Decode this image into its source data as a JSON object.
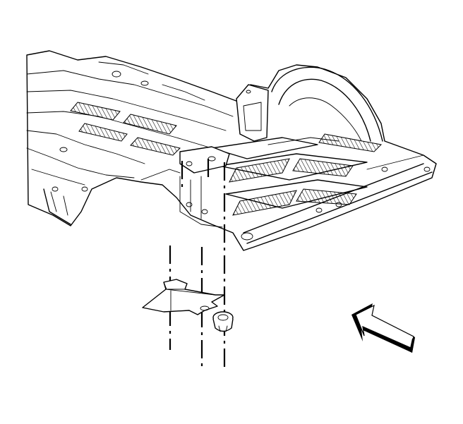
{
  "figure": {
    "view_arrow_icon": "view-direction-arrow-icon",
    "colors": {
      "ink": "#000000",
      "paper": "#ffffff"
    },
    "components": [
      "floor-pan-assembly",
      "rear-wheelhouse",
      "bracket-plate",
      "push-in-retainer",
      "fastener-centerlines"
    ]
  }
}
